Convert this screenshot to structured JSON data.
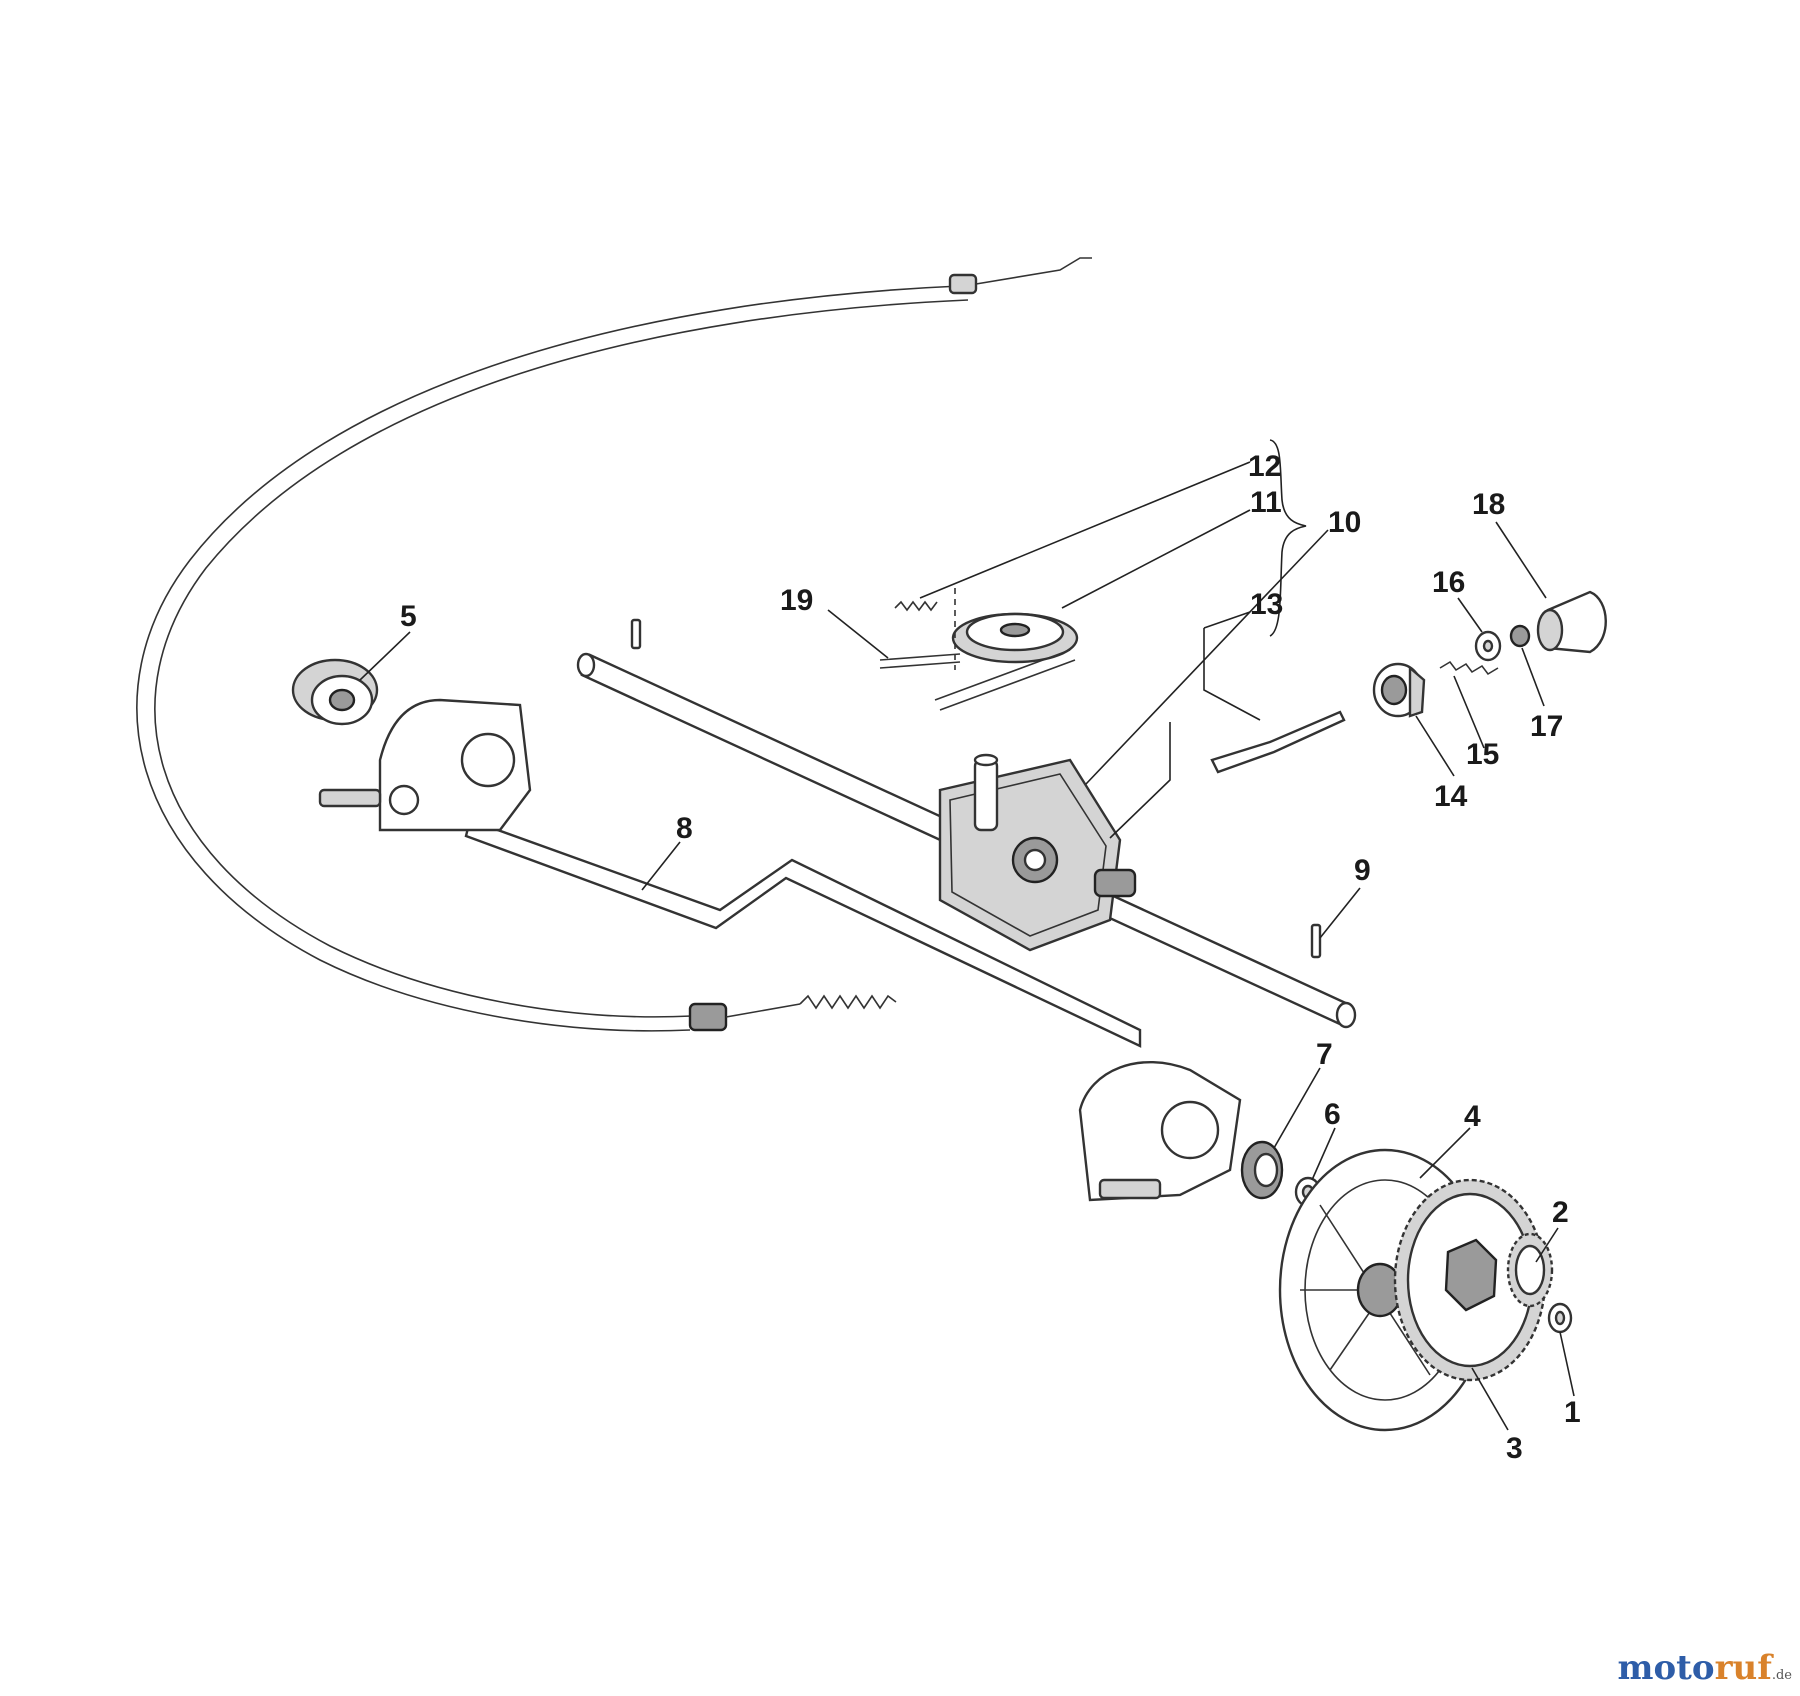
{
  "diagram": {
    "callouts": {
      "p1": "1",
      "p2": "2",
      "p3": "3",
      "p4": "4",
      "p5": "5",
      "p6": "6",
      "p7": "7",
      "p8": "8",
      "p9": "9",
      "p10": "10",
      "p11": "11",
      "p12": "12",
      "p13": "13",
      "p14": "14",
      "p15": "15",
      "p16": "16",
      "p17": "17",
      "p18": "18",
      "p19": "19"
    }
  },
  "watermark": {
    "part_a": "moto",
    "part_b": "ruf",
    "part_c": ".de"
  }
}
